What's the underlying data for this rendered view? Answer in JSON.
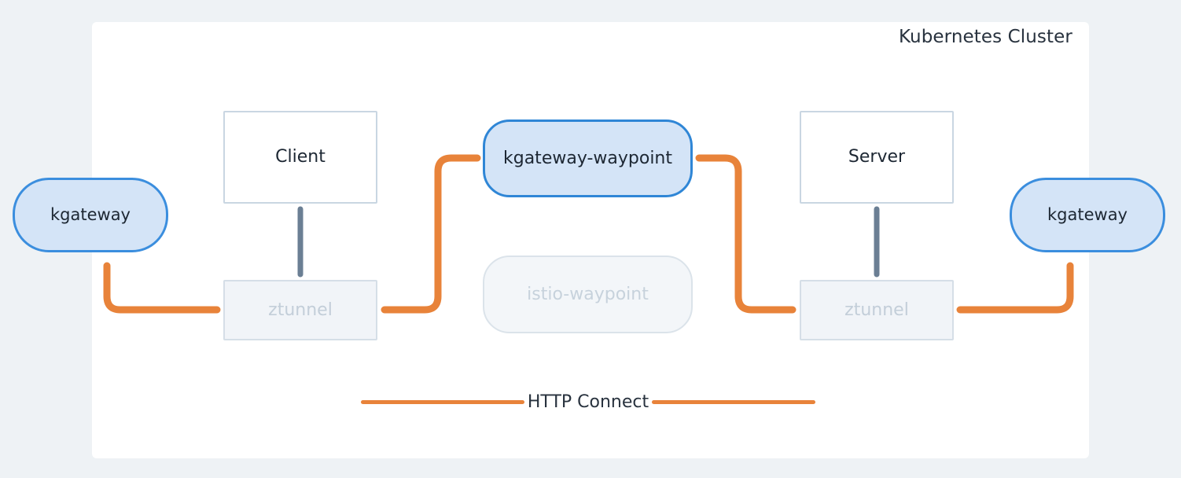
{
  "diagram": {
    "title": "Kubernetes Cluster",
    "colors": {
      "page_background": "#eef2f5",
      "panel_background": "#ffffff",
      "accent_orange": "#e8833a",
      "accent_blue": "#3b8ede",
      "node_blue_fill": "#d4e4f7",
      "muted_gray": "#c3ced9",
      "connector_gray": "#6b7f94",
      "text_dark": "#1d2733"
    },
    "nodes": {
      "kgateway_left": {
        "label": "kgateway",
        "state": "active",
        "shape": "pill"
      },
      "kgateway_right": {
        "label": "kgateway",
        "state": "active",
        "shape": "pill"
      },
      "client": {
        "label": "Client",
        "state": "active",
        "shape": "rect"
      },
      "server": {
        "label": "Server",
        "state": "active",
        "shape": "rect"
      },
      "ztunnel_left": {
        "label": "ztunnel",
        "state": "muted",
        "shape": "rect"
      },
      "ztunnel_right": {
        "label": "ztunnel",
        "state": "muted",
        "shape": "rect"
      },
      "kgateway_waypoint": {
        "label": "kgateway-waypoint",
        "state": "active",
        "shape": "rounded"
      },
      "istio_waypoint": {
        "label": "istio-waypoint",
        "state": "muted",
        "shape": "rounded"
      }
    },
    "legend": {
      "label": "HTTP Connect",
      "line_color": "#e8833a"
    }
  }
}
